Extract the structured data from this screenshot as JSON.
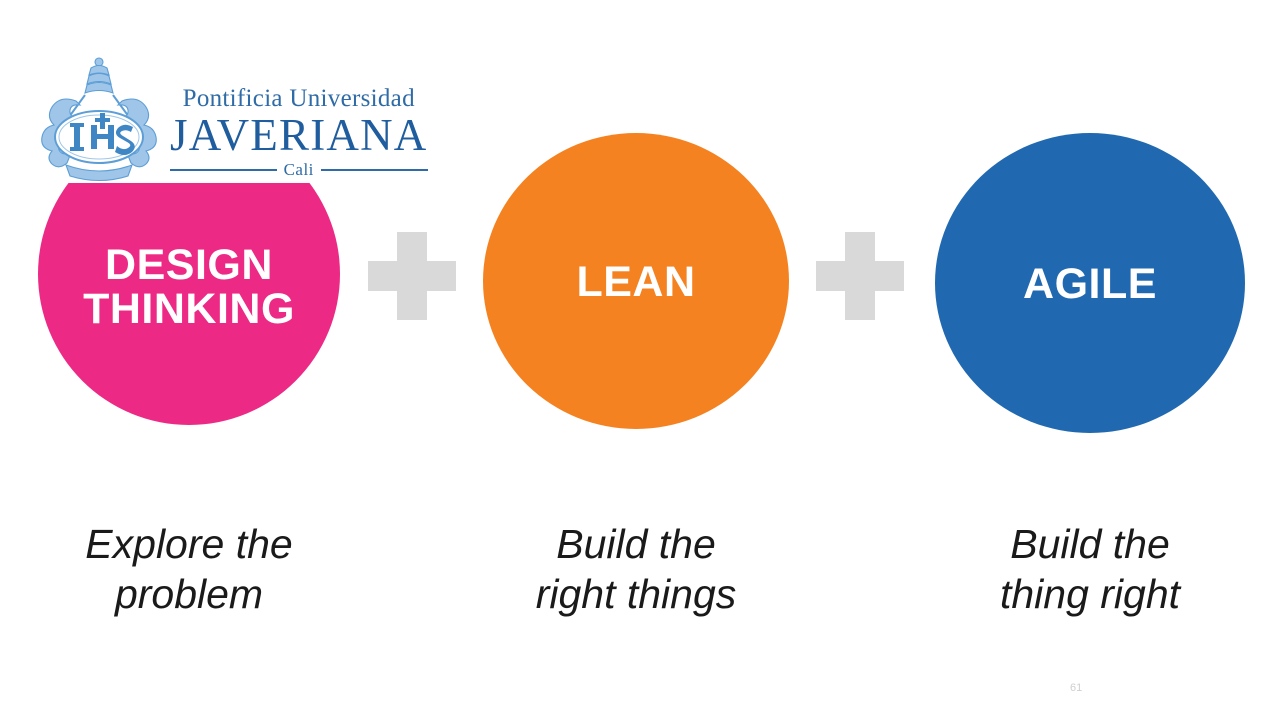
{
  "slide": {
    "background_color": "#ffffff",
    "page_number": "61"
  },
  "logo": {
    "name": "pontificia-universidad-javeriana-cali",
    "crest_icon": "javeriana-crest-ihs-icon",
    "line1": "Pontificia Universidad",
    "line2": "JAVERIANA",
    "line3": "Cali",
    "color": "#2f6ba6"
  },
  "diagram": {
    "separator_symbol": "+",
    "separator_color": "#d9d9d9",
    "items": [
      {
        "id": "design-thinking",
        "label": "DESIGN\nTHINKING",
        "caption": "Explore the\nproblem",
        "color": "#ec2a86",
        "text_color": "#ffffff"
      },
      {
        "id": "lean",
        "label": "LEAN",
        "caption": "Build the\nright things",
        "color": "#f58220",
        "text_color": "#ffffff"
      },
      {
        "id": "agile",
        "label": "AGILE",
        "caption": "Build the\nthing right",
        "color": "#2069b0",
        "text_color": "#ffffff"
      }
    ]
  }
}
